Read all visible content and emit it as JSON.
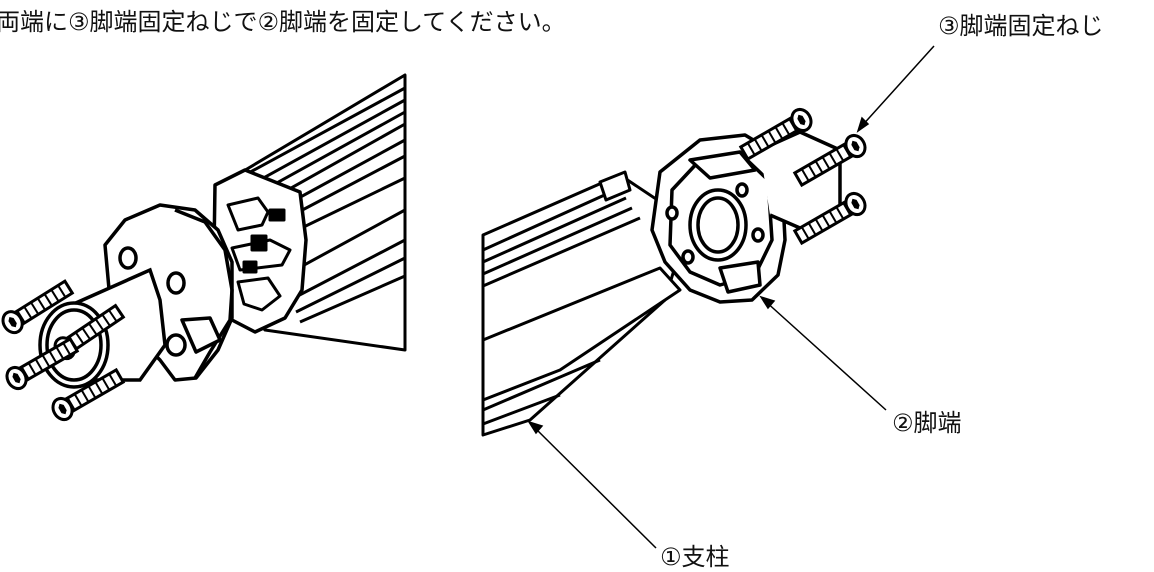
{
  "instruction": "両端に③脚端固定ねじで②脚端を固定してください。",
  "labels": {
    "screw": "③脚端固定ねじ",
    "foot": "②脚端",
    "post": "①支柱"
  }
}
